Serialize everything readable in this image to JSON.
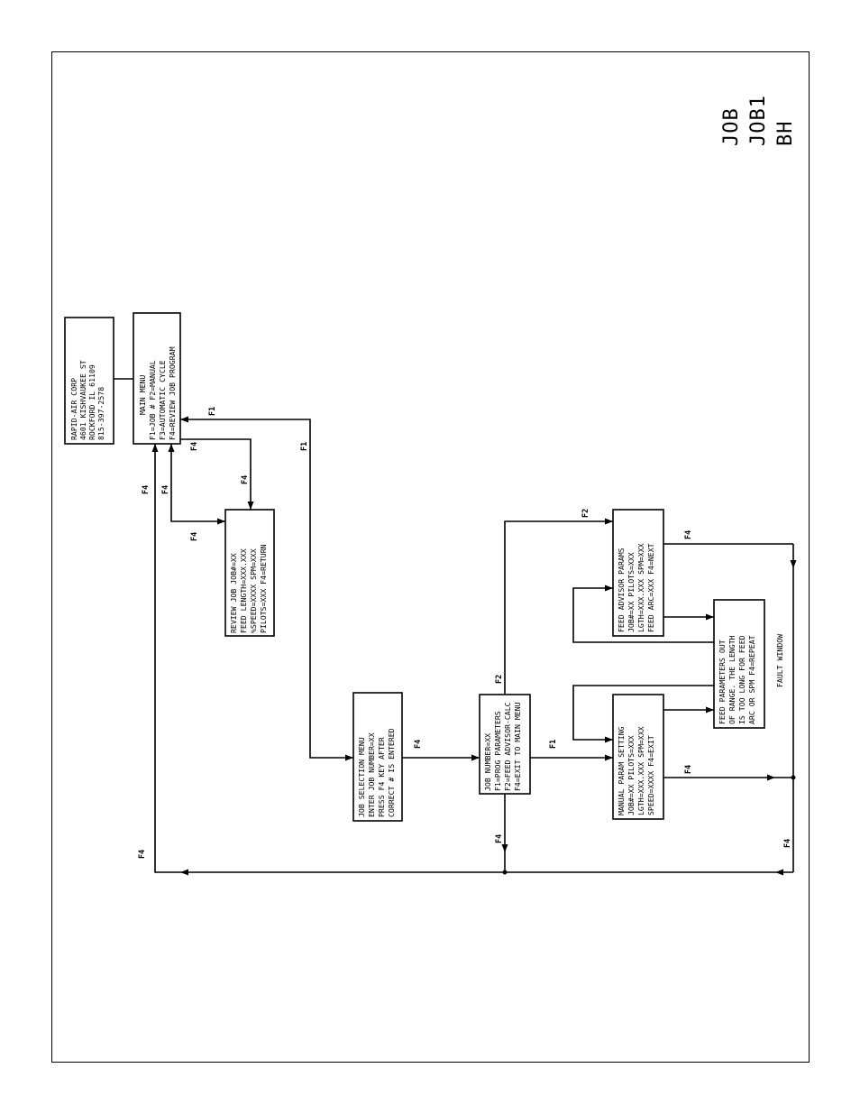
{
  "corner_codes": [
    "JOB",
    "JOB1",
    "BH"
  ],
  "boxes": {
    "company": [
      "RAPID-AIR CORP",
      "4601 KISHVAUKEE ST",
      "ROCKFORD IL 61109",
      "815-397-2578"
    ],
    "main_menu": [
      "MAIN MENU",
      "F1=JOB # F2=MANUAL",
      "F3=AUTOMATIC CYCLE",
      "F4=REVIEW JOB PROGRAM"
    ],
    "review_job": [
      "REVIEW JOB JOB#=XX",
      "FEED LENGTH=XXX.XXX",
      "%SPEED=XXXX SPM=XXX",
      "PILOTS=XXX F4=RETURN"
    ],
    "job_selection": [
      "JOB SELECTION MENU",
      "ENTER JOB NUMBER=XX",
      "PRESS F4 KEY AFTER",
      "CORRECT # IS ENTERED"
    ],
    "job_number": [
      "JOB NUMBER=XX",
      "F1=PROG PARAMETERS",
      "F2=FEED ADVISOR-CALC",
      "F4=EXIT TO MAIN MENU"
    ],
    "manual_param": [
      "MANUAL PARAM SETTING",
      "JOB#=XX PILOTS=XXX",
      "LGTH=XXX.XXX SPM=XXX",
      "SPEED=XXXX F4=EXIT"
    ],
    "feed_advisor": [
      "FEED ADVISOR PARAMS",
      "JOB#=XX PILOTS=XXX",
      "LGTH=XXX.XXX SPM=XXX",
      "FEED ARC=XXX F4=NEXT"
    ],
    "fault": [
      "FEED PARAMETERS OUT",
      "OF RANGE. THE LENGTH",
      "IS TOO LONG FOR FEED",
      "ARC OR SPM F4=REPEAT"
    ]
  },
  "fault_window_label": "FAULT WINDOW",
  "flow_labels": {
    "f1": "F1",
    "f2": "F2",
    "f4": "F4"
  }
}
